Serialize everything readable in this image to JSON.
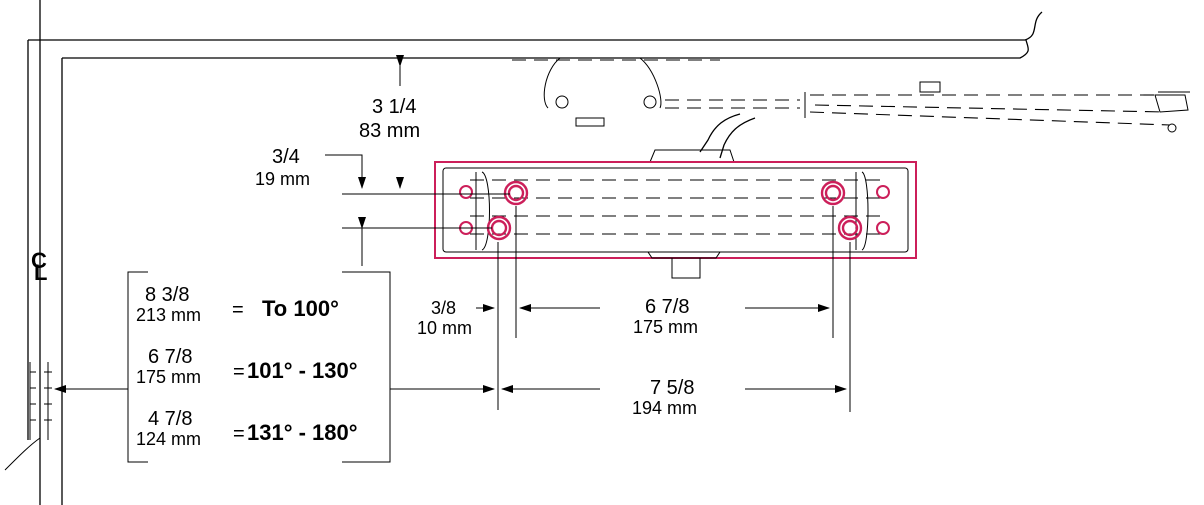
{
  "diagram": {
    "centerline_symbol_c": "C",
    "centerline_symbol_l": "L",
    "dim_top": {
      "fraction": "3 1/4",
      "metric": "83 mm"
    },
    "dim_offset": {
      "fraction": "3/4",
      "metric": "19 mm"
    },
    "dim_edge": {
      "fraction": "3/8",
      "metric": "10 mm"
    },
    "dim_inner": {
      "fraction": "6 7/8",
      "metric": "175 mm"
    },
    "dim_outer": {
      "fraction": "7 5/8",
      "metric": "194 mm"
    },
    "table": [
      {
        "fraction": "8 3/8",
        "metric": "213 mm",
        "equals": "=",
        "angle": "To 100°"
      },
      {
        "fraction": "6 7/8",
        "metric": "175 mm",
        "equals": "=",
        "angle": "101° - 130°"
      },
      {
        "fraction": "4 7/8",
        "metric": "124 mm",
        "equals": "=",
        "angle": "131° - 180°"
      }
    ]
  },
  "colors": {
    "accent": "#cc1f5a",
    "line": "#000000"
  }
}
